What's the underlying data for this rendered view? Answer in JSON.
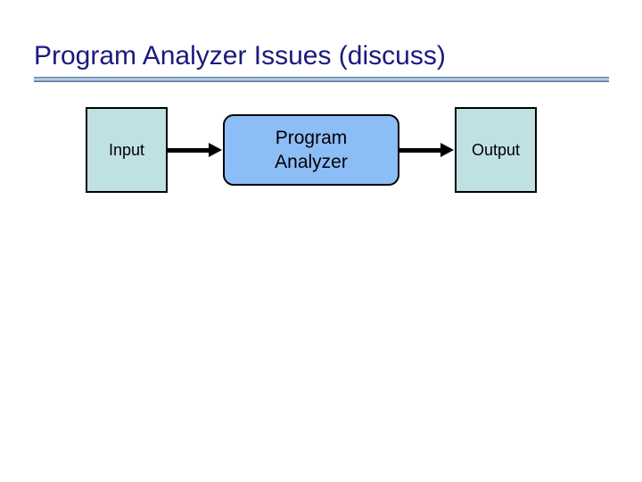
{
  "slide": {
    "title": "Program Analyzer Issues (discuss)",
    "background_color": "#ffffff",
    "title_color": "#1a1a7e",
    "rule_color": "#7f9fc4"
  },
  "diagram": {
    "type": "flowchart",
    "nodes": [
      {
        "id": "input",
        "label": "Input",
        "shape": "rectangle",
        "fill": "#bfe1e4",
        "border": "#000000"
      },
      {
        "id": "analyzer",
        "label_line1": "Program",
        "label_line2": "Analyzer",
        "shape": "rounded-rectangle",
        "fill": "#8cbdf7",
        "border": "#000000"
      },
      {
        "id": "output",
        "label": "Output",
        "shape": "rectangle",
        "fill": "#bfe1e4",
        "border": "#000000"
      }
    ],
    "edges": [
      {
        "from": "input",
        "to": "analyzer",
        "style": "solid-arrow",
        "color": "#000000"
      },
      {
        "from": "analyzer",
        "to": "output",
        "style": "solid-arrow",
        "color": "#000000"
      }
    ]
  }
}
